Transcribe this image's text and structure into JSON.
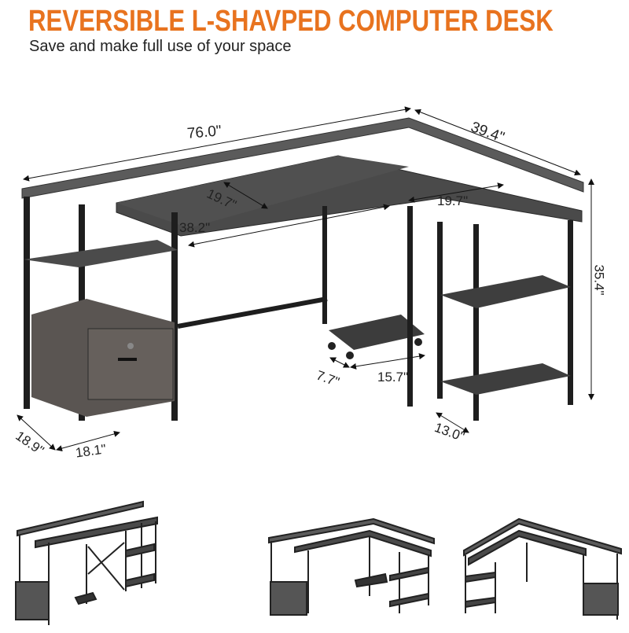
{
  "header": {
    "title": "REVERSIBLE L-SHAVPED COMPUTER DESK",
    "subtitle": "Save and make full use of your space",
    "accent_color": "#e8731f"
  },
  "main_figure": {
    "description": "L-shaped computer desk with monitor shelf, file drawer cabinet, CPU stand, and side shelves",
    "dimensions": {
      "total_length": "76.0\"",
      "side_length": "39.4\"",
      "main_depth": "19.7\"",
      "side_depth": "19.7\"",
      "leg_span": "38.2\"",
      "height": "35.4\"",
      "cabinet_depth": "18.9\"",
      "cabinet_width": "18.1\"",
      "cpu_stand_depth": "7.7\"",
      "cpu_stand_width": "15.7\"",
      "side_shelf_depth": "13.0\""
    }
  },
  "configurations": [
    {
      "name": "straight-desk"
    },
    {
      "name": "l-shape-right"
    },
    {
      "name": "l-shape-left"
    }
  ]
}
